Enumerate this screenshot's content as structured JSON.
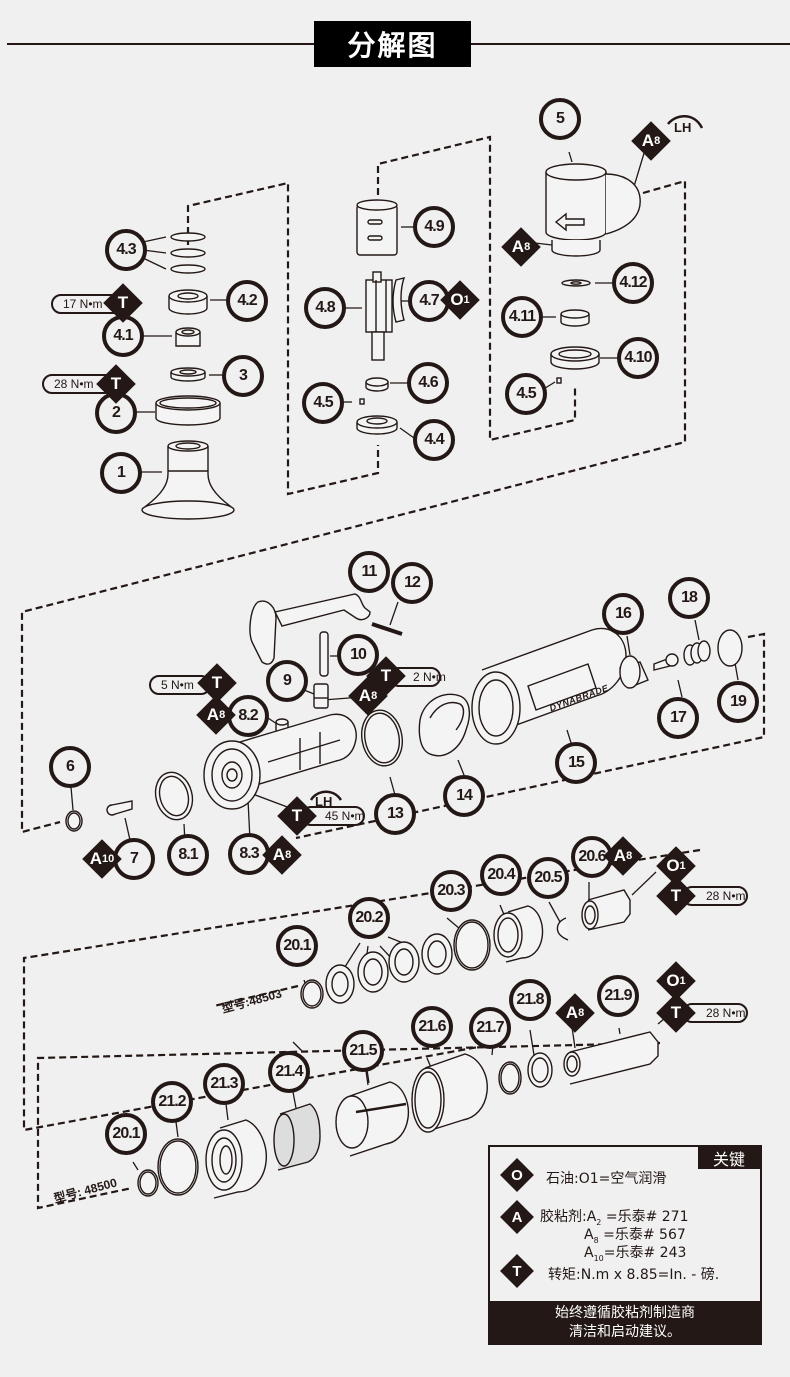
{
  "title": "分解图",
  "callouts": {
    "p1": "1",
    "p2": "2",
    "p3": "3",
    "p4_1": "4.1",
    "p4_2": "4.2",
    "p4_3": "4.3",
    "p4_4": "4.4",
    "p4_5a": "4.5",
    "p4_5b": "4.5",
    "p4_6": "4.6",
    "p4_7": "4.7",
    "p4_8": "4.8",
    "p4_9": "4.9",
    "p4_10": "4.10",
    "p4_11": "4.11",
    "p4_12": "4.12",
    "p5": "5",
    "p6": "6",
    "p7": "7",
    "p8_1": "8.1",
    "p8_2": "8.2",
    "p8_3": "8.3",
    "p9": "9",
    "p10": "10",
    "p11": "11",
    "p12": "12",
    "p13": "13",
    "p14": "14",
    "p15": "15",
    "p16": "16",
    "p17": "17",
    "p18": "18",
    "p19": "19",
    "p20_1a": "20.1",
    "p20_2": "20.2",
    "p20_3": "20.3",
    "p20_4": "20.4",
    "p20_5": "20.5",
    "p20_6": "20.6",
    "p20_1b": "20.1",
    "p21_2": "21.2",
    "p21_3": "21.3",
    "p21_4": "21.4",
    "p21_5": "21.5",
    "p21_6": "21.6",
    "p21_7": "21.7",
    "p21_8": "21.8",
    "p21_9": "21.9"
  },
  "markers": {
    "torque": "T",
    "adhesive": "A",
    "oil": "O",
    "a8_sub": "8",
    "a10_sub": "10",
    "o1_sub": "1"
  },
  "torque_values": {
    "t17": "17 N•m",
    "t28a": "28 N•m",
    "t5": "5 N•m",
    "t2": "2 N•m",
    "t45": "45 N•m",
    "t28b": "28 N•m",
    "t28c": "28 N•m"
  },
  "rotation_labels": {
    "lh1": "LH",
    "lh2": "LH"
  },
  "models": {
    "m48503": "型号:48503",
    "m48500": "型号: 48500"
  },
  "brand_logo": "DYNABRADE",
  "legend": {
    "header": "关键",
    "oil_text": "石油:O1=空气润滑",
    "adhesive_label": "胶粘剂:",
    "a2_text": "=乐泰# 271",
    "a8_text": "=乐泰# 567",
    "a10_text": "=乐泰# 243",
    "a2_sub": "2",
    "a8_sub": "8",
    "a10_sub": "10",
    "torque_text": "转矩:N.m x 8.85=In. - 磅.",
    "footer_line1": "始终遵循胶粘剂制造商",
    "footer_line2": "清洁和启动建议。"
  }
}
